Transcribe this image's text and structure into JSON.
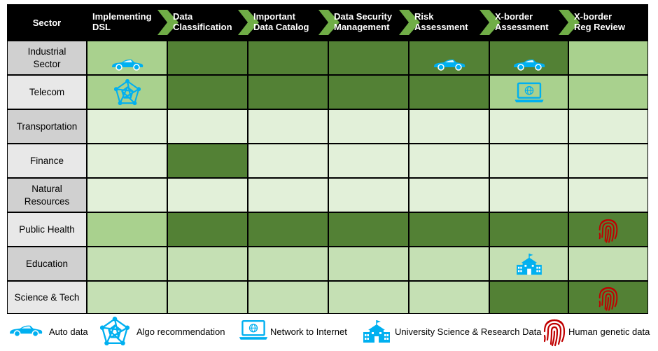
{
  "colors": {
    "dark_green": "#538135",
    "mid_green": "#a9d18e",
    "light_green": "#c5e0b4",
    "pale_green": "#e2f0d9",
    "header_bg": "#000000",
    "chevron": "#70ad47",
    "icon_blue": "#00b0f0",
    "icon_red": "#c00000"
  },
  "header": {
    "sector": "Sector",
    "columns": [
      {
        "line1": "Implementing",
        "line2": "DSL"
      },
      {
        "line1": "Data",
        "line2": "Classification"
      },
      {
        "line1": "Important",
        "line2": "Data Catalog"
      },
      {
        "line1": "Data Security",
        "line2": "Management"
      },
      {
        "line1": "Risk",
        "line2": "Assessment"
      },
      {
        "line1": "X-border",
        "line2": "Assessment"
      },
      {
        "line1": "X-border",
        "line2": "Reg Review"
      }
    ]
  },
  "rows": [
    {
      "line1": "Industrial",
      "line2": "Sector",
      "shade": "gray",
      "cells": [
        "mid",
        "dark",
        "dark",
        "dark",
        "dark",
        "dark",
        "mid"
      ],
      "icons": [
        {
          "col": 0,
          "type": "car-icon"
        },
        {
          "col": 4,
          "type": "car-icon"
        },
        {
          "col": 5,
          "type": "car-icon"
        }
      ]
    },
    {
      "line1": "Telecom",
      "line2": "",
      "shade": "light",
      "cells": [
        "mid",
        "dark",
        "dark",
        "dark",
        "dark",
        "mid",
        "mid"
      ],
      "icons": [
        {
          "col": 0,
          "type": "algo-icon"
        },
        {
          "col": 5,
          "type": "laptop-icon"
        }
      ]
    },
    {
      "line1": "Transportation",
      "line2": "",
      "shade": "gray",
      "cells": [
        "pale",
        "pale",
        "pale",
        "pale",
        "pale",
        "pale",
        "pale"
      ],
      "icons": []
    },
    {
      "line1": "Finance",
      "line2": "",
      "shade": "light",
      "cells": [
        "pale",
        "dark",
        "pale",
        "pale",
        "pale",
        "pale",
        "pale"
      ],
      "icons": []
    },
    {
      "line1": "Natural",
      "line2": "Resources",
      "shade": "gray",
      "cells": [
        "pale",
        "pale",
        "pale",
        "pale",
        "pale",
        "pale",
        "pale"
      ],
      "icons": []
    },
    {
      "line1": "Public Health",
      "line2": "",
      "shade": "light",
      "cells": [
        "mid",
        "dark",
        "dark",
        "dark",
        "dark",
        "dark",
        "dark"
      ],
      "icons": [
        {
          "col": 6,
          "type": "fingerprint-icon"
        }
      ]
    },
    {
      "line1": "Education",
      "line2": "",
      "shade": "gray",
      "cells": [
        "light",
        "light",
        "light",
        "light",
        "light",
        "light",
        "light"
      ],
      "icons": [
        {
          "col": 5,
          "type": "school-icon"
        }
      ]
    },
    {
      "line1": "Science & Tech",
      "line2": "",
      "shade": "light",
      "cells": [
        "light",
        "light",
        "light",
        "light",
        "light",
        "dark",
        "dark"
      ],
      "icons": [
        {
          "col": 6,
          "type": "fingerprint-icon"
        }
      ]
    }
  ],
  "legend": [
    {
      "icon": "car-icon",
      "label": "Auto data"
    },
    {
      "icon": "algo-icon",
      "label": "Algo recommendation"
    },
    {
      "icon": "laptop-icon",
      "label": "Network to Internet"
    },
    {
      "icon": "school-icon",
      "label": "University Science & Research Data"
    },
    {
      "icon": "fingerprint-icon",
      "label": "Human genetic data"
    }
  ]
}
